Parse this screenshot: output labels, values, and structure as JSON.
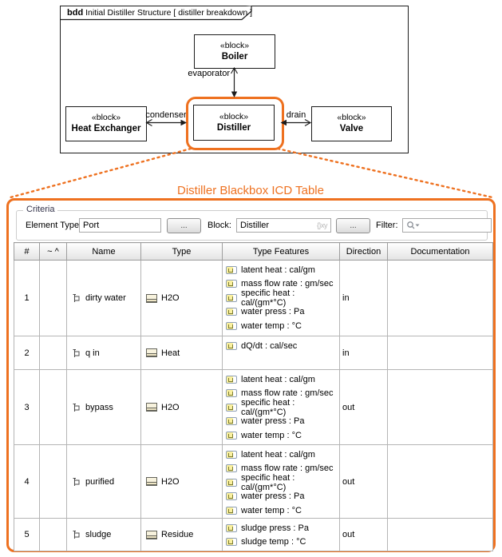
{
  "diagram": {
    "frame_kind": "bdd",
    "frame_title": "Initial Distiller Structure [ distiller breakdown ]",
    "boiler": {
      "stereotype": "«block»",
      "name": "Boiler"
    },
    "heat_exchanger": {
      "stereotype": "«block»",
      "name": "Heat Exchanger"
    },
    "distiller": {
      "stereotype": "«block»",
      "name": "Distiller"
    },
    "valve": {
      "stereotype": "«block»",
      "name": "Valve"
    },
    "edge_labels": {
      "evaporator": "evaporator",
      "condenser": "condenser",
      "drain": "drain"
    }
  },
  "callout": {
    "title": "Distiller Blackbox ICD Table",
    "accent_color": "#ee7120"
  },
  "criteria": {
    "group_label": "Criteria",
    "element_type_label": "Element Type:",
    "element_type_value": "Port",
    "browse_label": "...",
    "block_label": "Block:",
    "block_value": "Distiller",
    "block_badge": "{}xy",
    "filter_label": "Filter:",
    "filter_value": ""
  },
  "table": {
    "columns": [
      "#",
      "~ ^",
      "Name",
      "Type",
      "Type Features",
      "Direction",
      "Documentation"
    ],
    "rows": [
      {
        "num": "1",
        "name": "dirty water",
        "type": "H2O",
        "features": [
          "latent heat : cal/gm",
          "mass flow rate : gm/sec",
          "specific heat : cal/(gm*°C)",
          "water press : Pa",
          "water temp : °C"
        ],
        "direction": "in",
        "documentation": ""
      },
      {
        "num": "2",
        "name": "q in",
        "type": "Heat",
        "features": [
          "dQ/dt : cal/sec"
        ],
        "direction": "in",
        "documentation": ""
      },
      {
        "num": "3",
        "name": "bypass",
        "type": "H2O",
        "features": [
          "latent heat : cal/gm",
          "mass flow rate : gm/sec",
          "specific heat : cal/(gm*°C)",
          "water press : Pa",
          "water temp : °C"
        ],
        "direction": "out",
        "documentation": ""
      },
      {
        "num": "4",
        "name": "purified",
        "type": "H2O",
        "features": [
          "latent heat : cal/gm",
          "mass flow rate : gm/sec",
          "specific heat : cal/(gm*°C)",
          "water press : Pa",
          "water temp : °C"
        ],
        "direction": "out",
        "documentation": ""
      },
      {
        "num": "5",
        "name": "sludge",
        "type": "Residue",
        "features": [
          "sludge press : Pa",
          "sludge temp : °C"
        ],
        "direction": "out",
        "documentation": ""
      }
    ]
  }
}
